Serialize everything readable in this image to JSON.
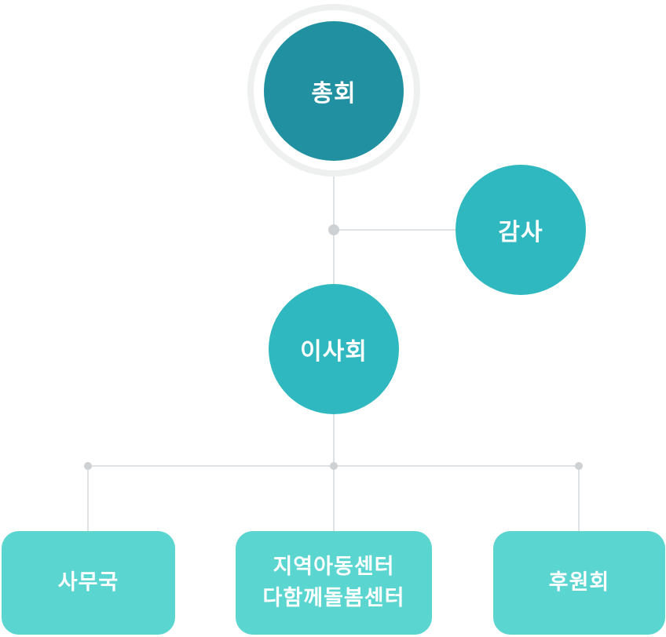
{
  "nodes": {
    "general_assembly": "총회",
    "audit": "감사",
    "board": "이사회",
    "office": "사무국",
    "center_line1": "지역아동센터",
    "center_line2": "다함께돌봄센터",
    "supporters": "후원회"
  },
  "colors": {
    "general_assembly": "#2190a0",
    "audit_board": "#2fb8bf",
    "departments": "#5ad5d0",
    "connector_line": "#dfe2e4",
    "connector_dot": "#cdd1d4",
    "outer_ring": "#eef0f0"
  }
}
